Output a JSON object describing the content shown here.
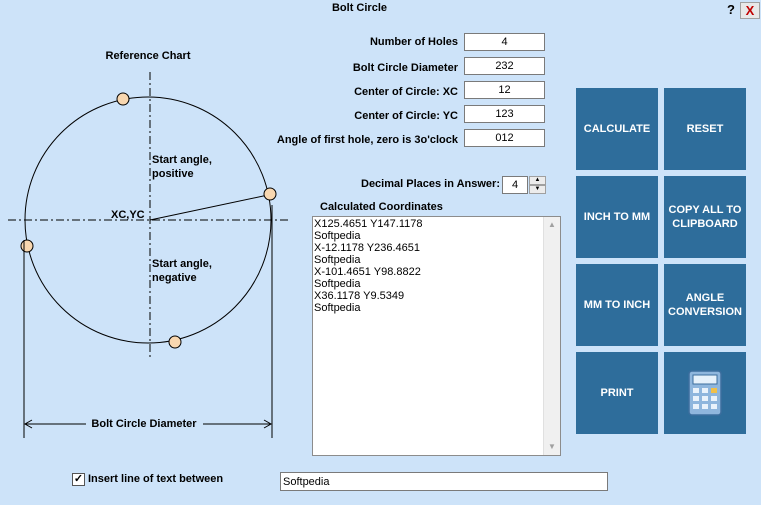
{
  "window": {
    "title": "Bolt Circle",
    "help_label": "?",
    "close_label": "X"
  },
  "chart": {
    "title": "Reference Chart",
    "start_positive_line1": "Start angle,",
    "start_positive_line2": "positive",
    "start_negative_line1": "Start angle,",
    "start_negative_line2": "negative",
    "center_label": "XC,YC",
    "diameter_label": "Bolt Circle Diameter"
  },
  "inputs": {
    "holes_label": "Number of Holes",
    "holes_value": "4",
    "diameter_label": "Bolt Circle Diameter",
    "diameter_value": "232",
    "xc_label": "Center of Circle: XC",
    "xc_value": "12",
    "yc_label": "Center of Circle: YC",
    "yc_value": "123",
    "angle_label": "Angle of first hole, zero is 3o'clock",
    "angle_value": "012"
  },
  "decimal": {
    "label": "Decimal Places in Answer:",
    "value": "4",
    "up_arrow": "▲",
    "down_arrow": "▼"
  },
  "results": {
    "label": "Calculated Coordinates",
    "lines": [
      "X125.4651 Y147.1178",
      "Softpedia",
      "X-12.1178 Y236.4651",
      "Softpedia",
      "X-101.4651 Y98.8822",
      "Softpedia",
      "X36.1178 Y9.5349",
      "Softpedia"
    ],
    "scroll_up": "▲",
    "scroll_down": "▼"
  },
  "buttons": {
    "calculate": "CALCULATE",
    "reset": "RESET",
    "inch_to_mm": "INCH TO MM",
    "copy_line1": "COPY ALL TO",
    "copy_line2": "CLIPBOARD",
    "mm_to_inch": "MM TO INCH",
    "angle_line1": "ANGLE",
    "angle_line2": "CONVERSION",
    "print": "PRINT",
    "calculator_icon": "calculator-icon"
  },
  "footer": {
    "checkbox_checked": true,
    "checkbox_mark": "✓",
    "checkbox_label": "Insert line of text between",
    "text_value": "Softpedia"
  },
  "colors": {
    "background": "#cde3f9",
    "button": "#2e6d9b",
    "hole": "#f8d7b0"
  }
}
